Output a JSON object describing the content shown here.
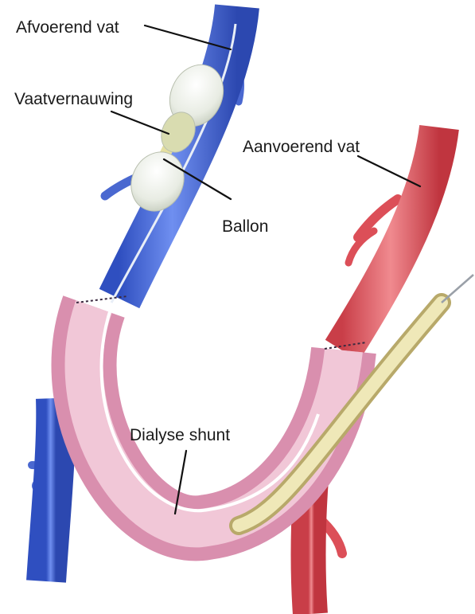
{
  "labels": {
    "afvoerend_vat": "Afvoerend vat",
    "vaatvernauwing": "Vaatvernauwing",
    "aanvoerend_vat": "Aanvoerend vat",
    "ballon": "Ballon",
    "dialyse_shunt": "Dialyse shunt"
  },
  "colors": {
    "vein": "#4f6fd8",
    "artery": "#e0575f",
    "shunt": "#e7b2c6",
    "balloon": "#eef1ea",
    "catheter": "#e9e2a6"
  }
}
